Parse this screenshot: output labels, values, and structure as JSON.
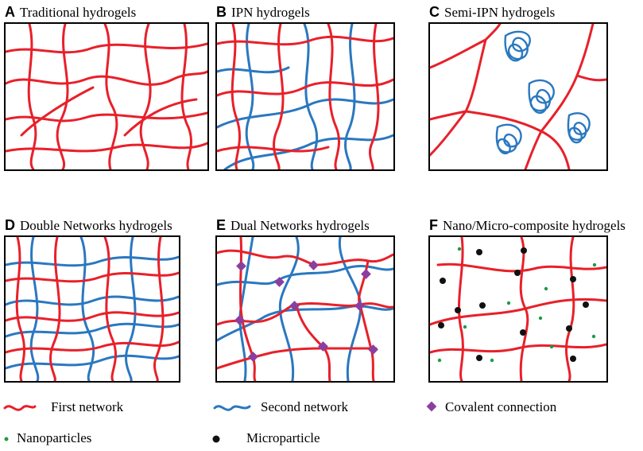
{
  "panels": [
    {
      "letter": "A",
      "title": "Traditional hydrogels"
    },
    {
      "letter": "B",
      "title": "IPN hydrogels"
    },
    {
      "letter": "C",
      "title": "Semi-IPN hydrogels"
    },
    {
      "letter": "D",
      "title": "Double Networks hydrogels"
    },
    {
      "letter": "E",
      "title": "Dual Networks hydrogels"
    },
    {
      "letter": "F",
      "title": "Nano/Micro-composite hydrogels"
    }
  ],
  "legend": {
    "first_network": "First network",
    "second_network": "Second network",
    "covalent_connection": "Covalent connection",
    "nanoparticles": "Nanoparticles",
    "microparticle": "Microparticle"
  },
  "colors": {
    "first_network": "#e8202a",
    "second_network": "#2a78c0",
    "covalent_connection": "#8a3fa0",
    "nanoparticles": "#1f9a48",
    "microparticle": "#111111"
  }
}
